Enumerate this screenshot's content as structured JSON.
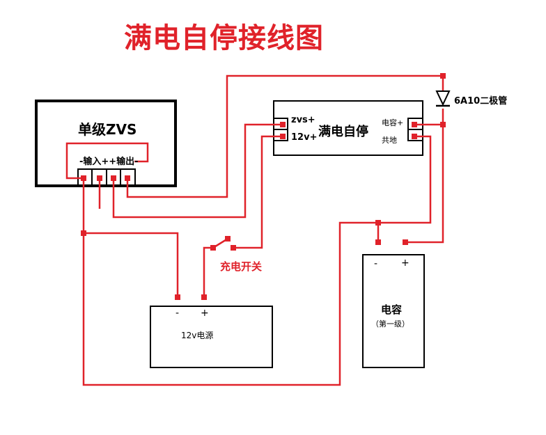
{
  "title": "满电自停接线图",
  "zvs_module": {
    "name": "单级ZVS",
    "ports_label": "-输入++输出-"
  },
  "auto_stop_module": {
    "name": "满电自停",
    "zvs_terminal": "zvs+",
    "v12_terminal": "12v+",
    "cap_terminal": "电容+",
    "gnd_terminal": "共地"
  },
  "diode": {
    "label": "6A10二极管"
  },
  "charge_switch": {
    "label": "充电开关"
  },
  "power_supply": {
    "name": "12v电源",
    "minus": "-",
    "plus": "+"
  },
  "capacitor": {
    "name": "电容",
    "stage": "（第一级）",
    "minus": "-",
    "plus": "+"
  },
  "colors": {
    "wire": "#e0222a",
    "outline": "#000000",
    "terminal": "#e0222a",
    "title": "#e0222a"
  }
}
